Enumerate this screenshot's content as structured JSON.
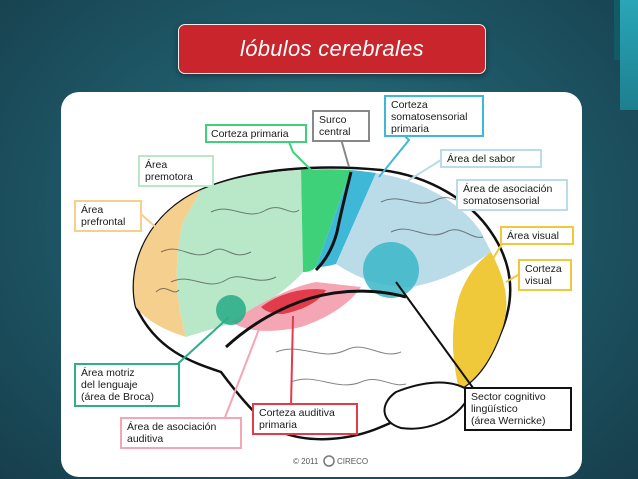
{
  "title": "lóbulos cerebrales",
  "labels": {
    "corteza_primaria": "Corteza primaria",
    "surco_central": [
      "Surco",
      "central"
    ],
    "corteza_somatosensorial": [
      "Corteza",
      "somatosensorial",
      "primaria"
    ],
    "area_del_sabor": "Área del sabor",
    "area_premotora": [
      "Área",
      "premotora"
    ],
    "area_prefrontal": [
      "Área",
      "prefrontal"
    ],
    "area_asociacion_somato": [
      "Área de asociación",
      "somatosensorial"
    ],
    "area_visual": "Área visual",
    "corteza_visual": [
      "Corteza",
      "visual"
    ],
    "area_motriz": [
      "Área motriz",
      "del lenguaje",
      "(área de Broca)"
    ],
    "area_asociacion_auditiva": [
      "Área de asociación",
      "auditiva"
    ],
    "corteza_auditiva": [
      "Corteza auditiva",
      "primaria"
    ],
    "sector_cognitivo": [
      "Sector cognitivo",
      "lingüístico",
      "(área Wernicke)"
    ]
  },
  "copyright": "© 2011",
  "logo_text": "CIRECO",
  "colors": {
    "title_bg": "#c8262c",
    "prefrontal": "#f5cf8e",
    "premotor": "#b9e8c8",
    "motor": "#3fd17a",
    "somatosensory": "#3fb8d8",
    "parietal": "#b9dce8",
    "occipital": "#f0c93a",
    "temporal": "#ffffff",
    "auditory": "#e23b4c",
    "auditory_assoc": "#f5a6b4",
    "broca": "#2fae8a",
    "wernicke": "#3ab6c8"
  }
}
